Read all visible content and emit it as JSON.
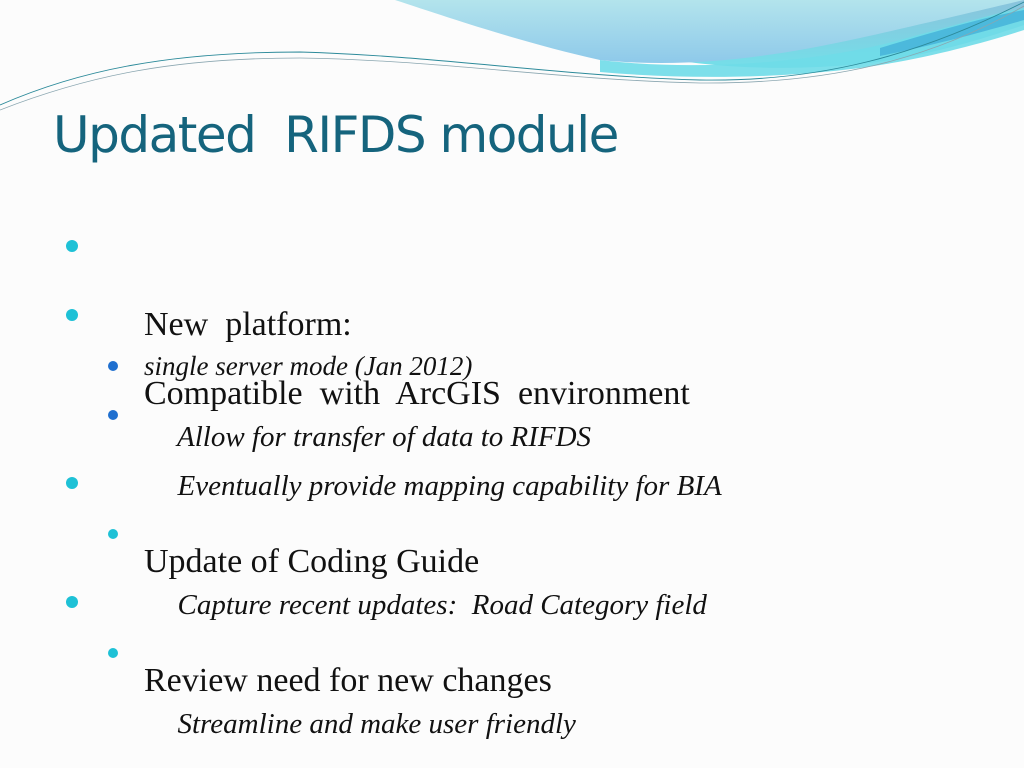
{
  "slide": {
    "title": "Updated  RIFDS module",
    "colors": {
      "title": "#15647d",
      "bullet_primary": "#1ec1d6",
      "bullet_secondary_blue": "#1f6fcf",
      "bullet_secondary_cyan": "#1ec1d6",
      "wave_light": "#a8dfe9",
      "wave_teal": "#6ed8e6",
      "wave_blue": "#5aaed6"
    },
    "bullets": [
      {
        "label": "New  platform:",
        "detail": "single server mode (Jan 2012)",
        "icon": "filled-circle-bullet"
      },
      {
        "label": "Compatible  with  ArcGIS  environment",
        "icon": "filled-circle-bullet",
        "sub": [
          {
            "label": "Allow for transfer of data to RIFDS",
            "icon": "filled-circle-bullet"
          },
          {
            "label": "Eventually provide mapping capability for BIA",
            "icon": "filled-circle-bullet"
          }
        ]
      },
      {
        "label": "Update of Coding Guide",
        "icon": "filled-circle-bullet",
        "sub": [
          {
            "label": "Capture recent updates:  Road Category field",
            "icon": "filled-circle-bullet"
          }
        ]
      },
      {
        "label": "Review need for new changes",
        "icon": "filled-circle-bullet",
        "sub": [
          {
            "label": "Streamline and make user friendly",
            "icon": "filled-circle-bullet"
          }
        ]
      }
    ]
  }
}
